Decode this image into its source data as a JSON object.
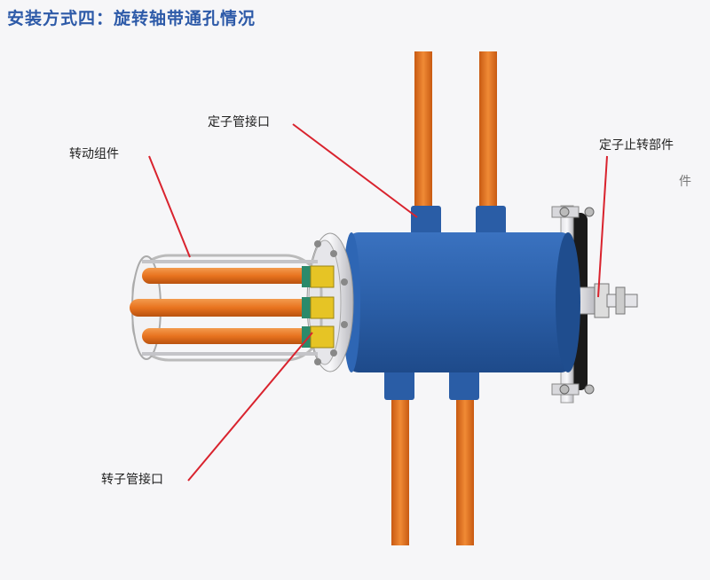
{
  "title": "安装方式四：旋转轴带通孔情况",
  "labels": {
    "stator_port": "定子管接口",
    "rotor_assembly": "转动组件",
    "stator_stopper_part1": "定子止转部件",
    "stator_stopper_part2": "件",
    "rotor_port": "转子管接口"
  },
  "colors": {
    "title": "#2d5aa8",
    "body_blue": "#2b5fa8",
    "pipe_orange": "#e8731f",
    "leader_red": "#d9232e",
    "fitting_yellow": "#e6c425",
    "metal_gray": "#c8c8cc"
  }
}
